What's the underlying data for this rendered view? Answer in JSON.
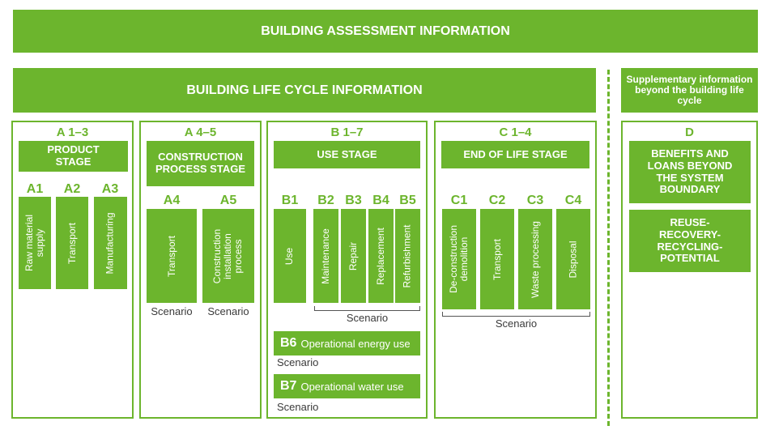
{
  "header": {
    "title": "BUILDING ASSESSMENT INFORMATION"
  },
  "lifecycle": {
    "title": "BUILDING LIFE CYCLE INFORMATION"
  },
  "supplementary": {
    "title": "Supplementary information beyond the building life cycle"
  },
  "colors": {
    "accent": "#6cb52d",
    "text_dark": "#3a3a3a"
  },
  "groups": [
    {
      "range": "A 1–3",
      "stage": "PRODUCT STAGE",
      "modules": [
        {
          "code": "A1",
          "label": "Raw material\nsupply"
        },
        {
          "code": "A2",
          "label": "Transport"
        },
        {
          "code": "A3",
          "label": "Manufacturing"
        }
      ]
    },
    {
      "range": "A 4–5",
      "stage": "CONSTRUCTION PROCESS STAGE",
      "modules": [
        {
          "code": "A4",
          "label": "Transport",
          "scenario": "Scenario"
        },
        {
          "code": "A5",
          "label": "Construction\ninstallation\nprocess",
          "scenario": "Scenario"
        }
      ]
    },
    {
      "range": "B 1–7",
      "stage": "USE STAGE",
      "modules": [
        {
          "code": "B1",
          "label": "Use"
        },
        {
          "code": "B2",
          "label": "Maintenance"
        },
        {
          "code": "B3",
          "label": "Repair"
        },
        {
          "code": "B4",
          "label": "Replacement"
        },
        {
          "code": "B5",
          "label": "Refurbishment"
        }
      ],
      "scenario": "Scenario",
      "extra": [
        {
          "code": "B6",
          "label": "Operational energy use",
          "scenario": "Scenario"
        },
        {
          "code": "B7",
          "label": "Operational water use",
          "scenario": "Scenario"
        }
      ]
    },
    {
      "range": "C 1–4",
      "stage": "END OF LIFE STAGE",
      "modules": [
        {
          "code": "C1",
          "label": "De-construction\ndemolition"
        },
        {
          "code": "C2",
          "label": "Transport"
        },
        {
          "code": "C3",
          "label": "Waste processing"
        },
        {
          "code": "C4",
          "label": "Disposal"
        }
      ],
      "scenario": "Scenario"
    },
    {
      "range": "D",
      "boxes": [
        "BENEFITS AND LOANS BEYOND THE SYSTEM BOUNDARY",
        "REUSE-RECOVERY-RECYCLING-POTENTIAL"
      ]
    }
  ]
}
